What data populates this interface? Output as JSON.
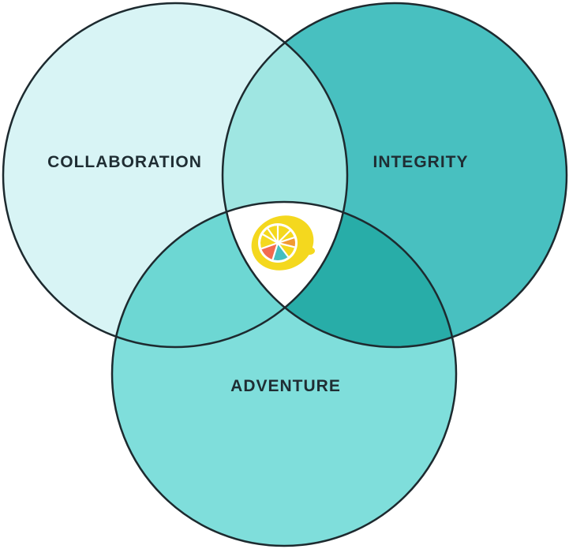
{
  "diagram": {
    "circles": [
      {
        "id": "collaboration",
        "label": "COLLABORATION",
        "color": "#d8f4f5"
      },
      {
        "id": "integrity",
        "label": "INTEGRITY",
        "color": "#48c0c0"
      },
      {
        "id": "adventure",
        "label": "ADVENTURE",
        "color": "#7fdedb"
      }
    ],
    "overlaps": {
      "collaboration_integrity": "#9fe6e2",
      "collaboration_adventure": "#6dd7d3",
      "integrity_adventure": "#28ada8",
      "center": "#ffffff"
    },
    "outline_color": "#1d2a2f",
    "center_icon": "lemon-logo-icon",
    "lemon_colors": {
      "peel": "#f4d81e",
      "rind": "#ffffff",
      "wedge_red": "#f26a4f",
      "wedge_teal": "#43bfc1",
      "wedge_orange": "#f19a32"
    }
  }
}
